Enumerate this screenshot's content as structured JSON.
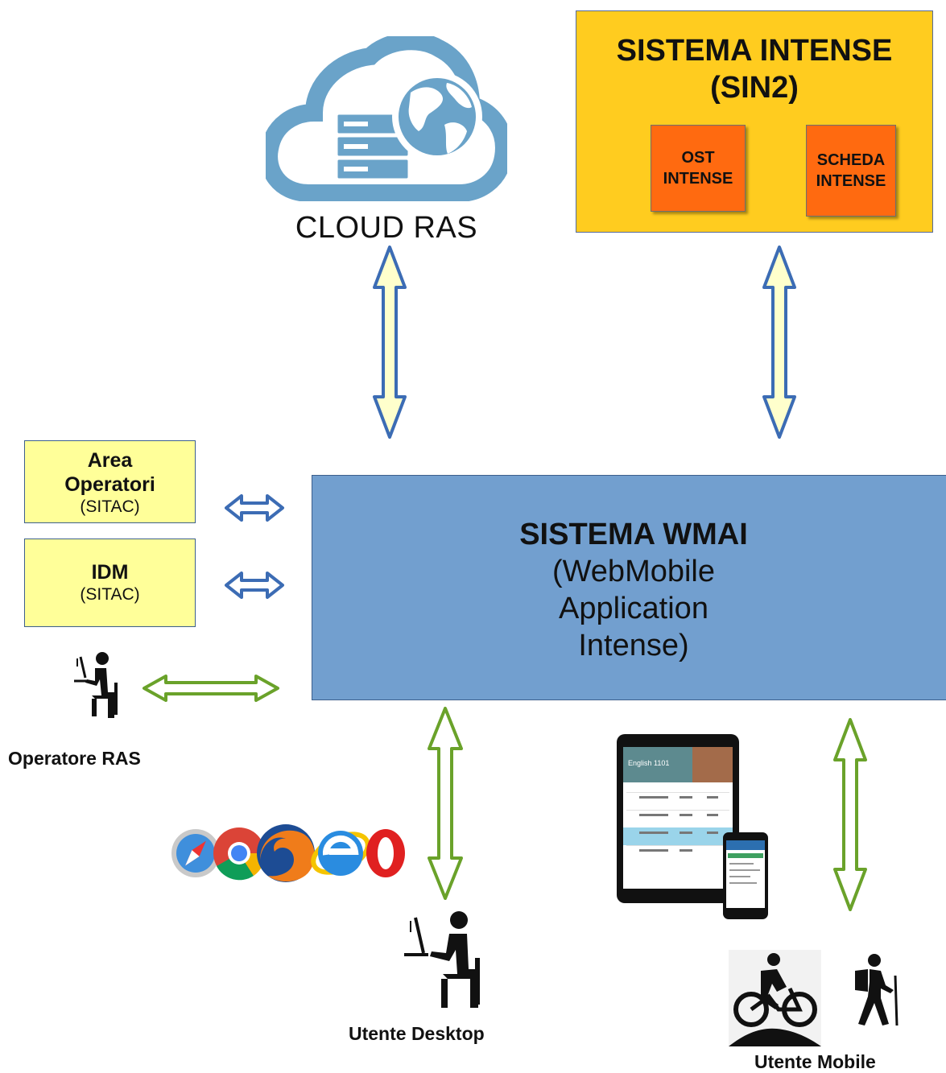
{
  "cloud": {
    "label": "CLOUD RAS"
  },
  "intense": {
    "title_line1": "SISTEMA INTENSE",
    "title_line2": "(SIN2)",
    "notes": [
      {
        "line1": "OST",
        "line2": "INTENSE"
      },
      {
        "line1": "SCHEDA",
        "line2": "INTENSE"
      }
    ]
  },
  "wmai": {
    "title": "SISTEMA WMAI",
    "subtitle_lines": [
      "(WebMobile",
      "Application",
      "Intense)"
    ]
  },
  "side_boxes": [
    {
      "line1": "Area",
      "line2": "Operatori",
      "line3": "(SITAC)"
    },
    {
      "line1": "IDM",
      "line2": "(SITAC)"
    }
  ],
  "users": {
    "operator": "Operatore RAS",
    "desktop": "Utente Desktop",
    "mobile": "Utente Mobile"
  },
  "tablet": {
    "header": "English 1101"
  },
  "colors": {
    "intense_bg": "#ffcc1f",
    "note_bg": "#ff6a10",
    "wmai_bg": "#729fcf",
    "side_box_bg": "#ffff99",
    "arrow_blue_fill": "#ffffcc",
    "arrow_blue_stroke": "#3c6cb4",
    "arrow_green_fill": "#ffffff",
    "arrow_green_stroke": "#6aa22a",
    "cloud_blue": "#6aa3c9"
  }
}
